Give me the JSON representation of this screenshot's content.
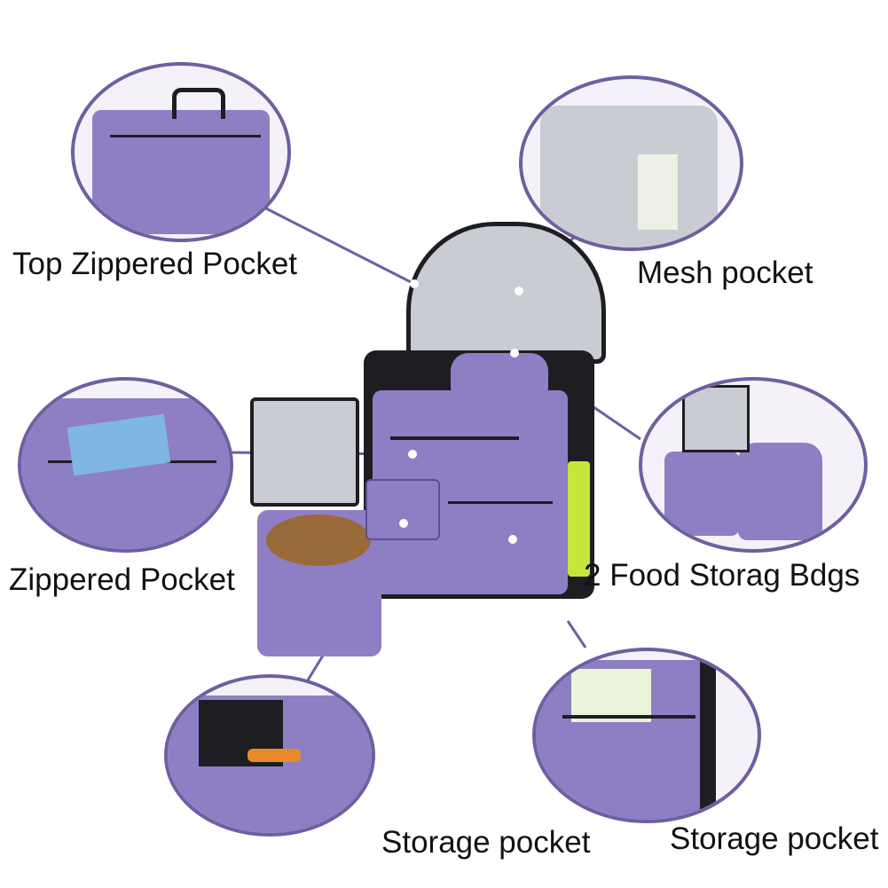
{
  "labels": {
    "top_zippered_pocket": "Top Zippered Pocket",
    "mesh_pocket": "Mesh pocket",
    "zippered_pocket": "Zippered Pocket",
    "food_storage_bags": "2 Food Storag Bdgs",
    "storage_pocket_left": "Storage pocket",
    "storage_pocket_right": "Storage pocket"
  },
  "colors": {
    "fabric": "#8e7fc4",
    "outline": "#6f5fa0",
    "trim": "#1e1e22",
    "lining": "#c9ccd2",
    "mesh": "#c6e63a"
  }
}
